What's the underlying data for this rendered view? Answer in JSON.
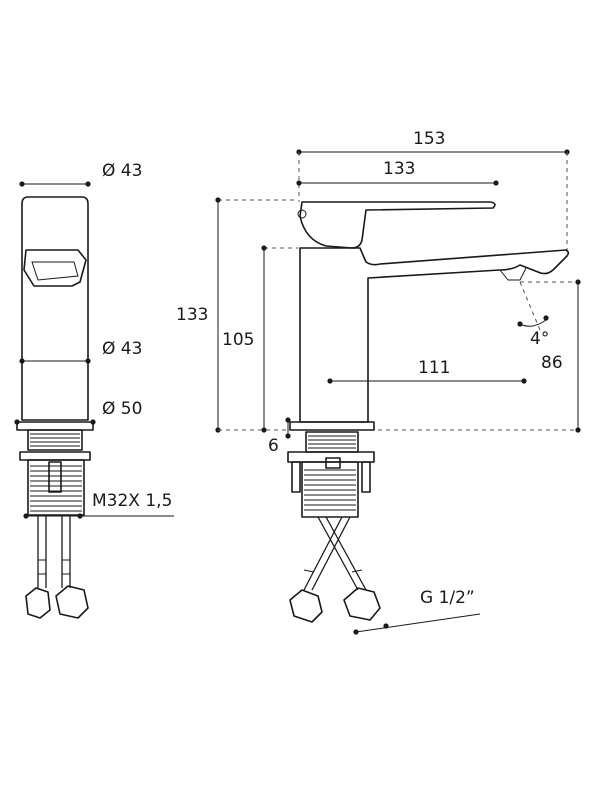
{
  "side_view": {
    "top_diameter": "Ø 43",
    "mid_diameter": "Ø 43",
    "base_diameter": "Ø 50",
    "thread_spec": "M32X 1,5"
  },
  "front_view": {
    "total_length": "153",
    "lever_length": "133",
    "total_height": "133",
    "spout_height": "105",
    "reach": "111",
    "spout_angle": "4°",
    "clearance": "86",
    "base_thickness": "6",
    "connection_thread": "G 1/2”"
  }
}
